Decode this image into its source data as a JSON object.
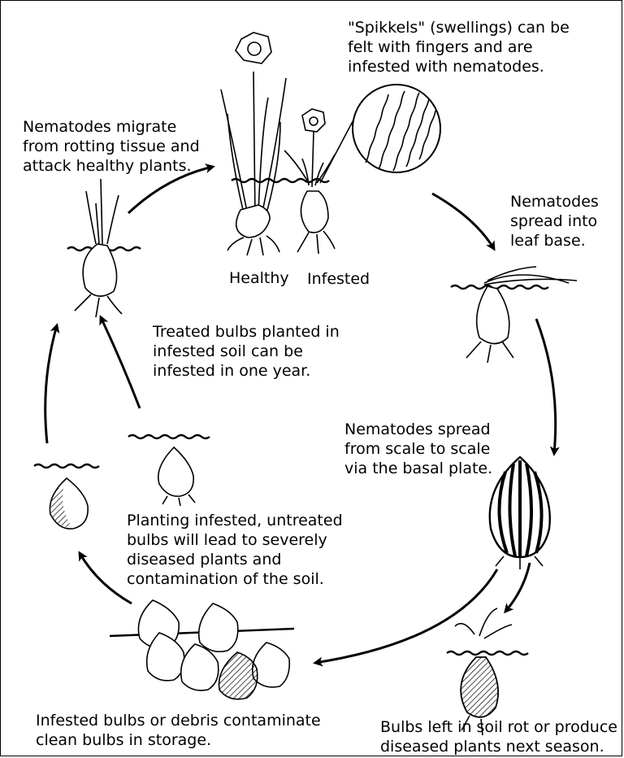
{
  "labels": {
    "spikkels": "\"Spikkels\" (swellings) can be\nfelt with fingers and are\ninfested with nematodes.",
    "migrate": "Nematodes migrate\nfrom rotting tissue and\nattack healthy plants.",
    "leaf_base": "Nematodes\nspread into\nleaf base.",
    "healthy": "Healthy",
    "infested": "Infested",
    "treated": "Treated bulbs planted in\ninfested soil can be\ninfested in one year.",
    "scale": "Nematodes spread\nfrom scale to scale\nvia the basal plate.",
    "planting": "Planting infested, untreated\nbulbs will lead to severely\ndiseased plants and\ncontamination of the soil.",
    "storage": "Infested bulbs or debris contaminate\nclean bulbs in storage.",
    "rot": "Bulbs left in soil rot or produce\ndiseased plants next season."
  }
}
